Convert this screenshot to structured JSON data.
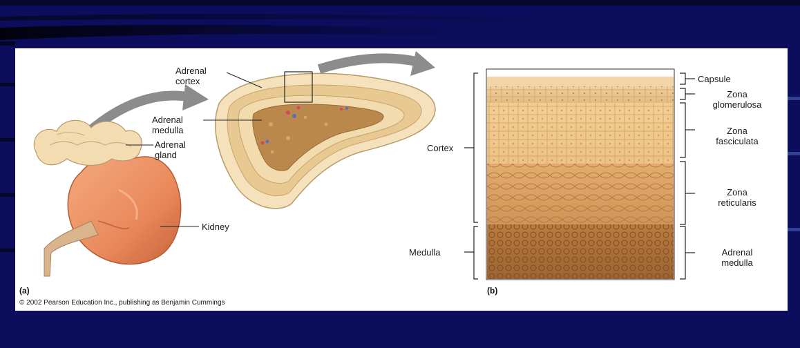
{
  "colors": {
    "slide_background": "#0d0d5e",
    "panel_background": "#ffffff",
    "kidney": "#e98a5c",
    "adrenal_gland": "#f3dcb2",
    "cortex_layers": "#eac892",
    "medulla": "#a8703a",
    "arrow": "#8c8c8c"
  },
  "figure_a": {
    "panel_label": "(a)",
    "labels": {
      "adrenal_cortex_1": "Adrenal",
      "adrenal_cortex_2": "cortex",
      "adrenal_medulla_1": "Adrenal",
      "adrenal_medulla_2": "medulla",
      "adrenal_gland_1": "Adrenal",
      "adrenal_gland_2": "gland",
      "kidney": "Kidney"
    },
    "copyright": "© 2002 Pearson Education Inc., publishing as Benjamin Cummings"
  },
  "figure_b": {
    "panel_label": "(b)",
    "left_labels": {
      "cortex": "Cortex",
      "medulla": "Medulla"
    },
    "right_labels": {
      "capsule": "Capsule",
      "zona_glomerulosa_1": "Zona",
      "zona_glomerulosa_2": "glomerulosa",
      "zona_fasciculata_1": "Zona",
      "zona_fasciculata_2": "fasciculata",
      "zona_reticularis_1": "Zona",
      "zona_reticularis_2": "reticularis",
      "adrenal_medulla_1": "Adrenal",
      "adrenal_medulla_2": "medulla"
    }
  }
}
